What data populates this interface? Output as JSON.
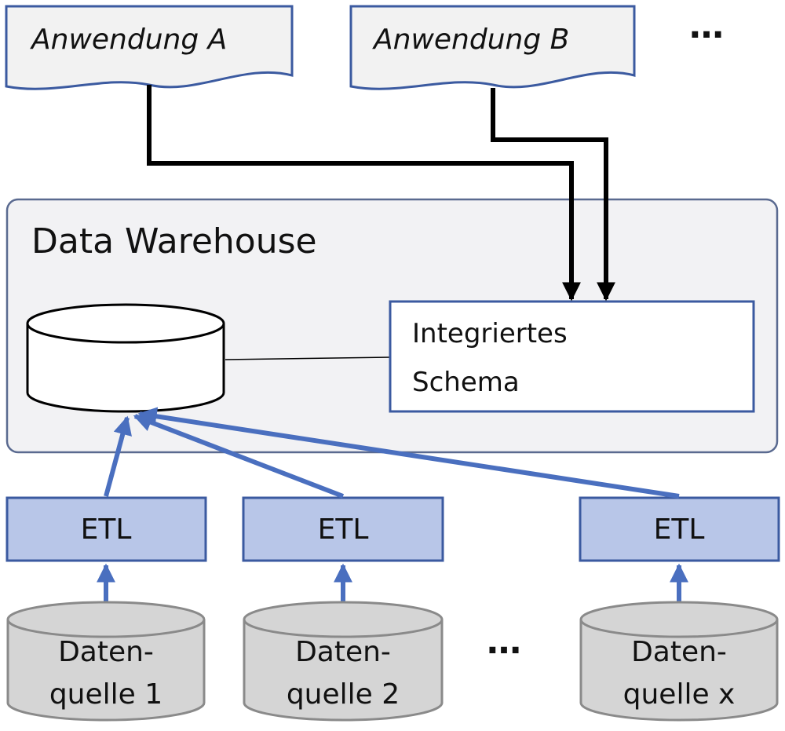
{
  "applications": [
    {
      "label": "Anwendung A"
    },
    {
      "label": "Anwendung B"
    }
  ],
  "applications_more": "…",
  "warehouse": {
    "title": "Data Warehouse",
    "schema_line1": "Integriertes",
    "schema_line2": "Schema"
  },
  "etl": [
    {
      "label": "ETL"
    },
    {
      "label": "ETL"
    },
    {
      "label": "ETL"
    }
  ],
  "sources": [
    {
      "line1": "Daten-",
      "line2": "quelle 1"
    },
    {
      "line1": "Daten-",
      "line2": "quelle 2"
    },
    {
      "line1": "Daten-",
      "line2": "quelle x"
    }
  ],
  "sources_more": "…",
  "colors": {
    "box_border": "#3b5aa0",
    "app_fill": "#f2f2f2",
    "warehouse_fill": "#f2f2f4",
    "warehouse_border": "#5a6a90",
    "etl_fill": "#b8c6e8",
    "arrow_blue": "#4a6fbf",
    "arrow_black": "#000000",
    "source_fill": "#d5d5d5",
    "source_border": "#8a8a8a"
  }
}
